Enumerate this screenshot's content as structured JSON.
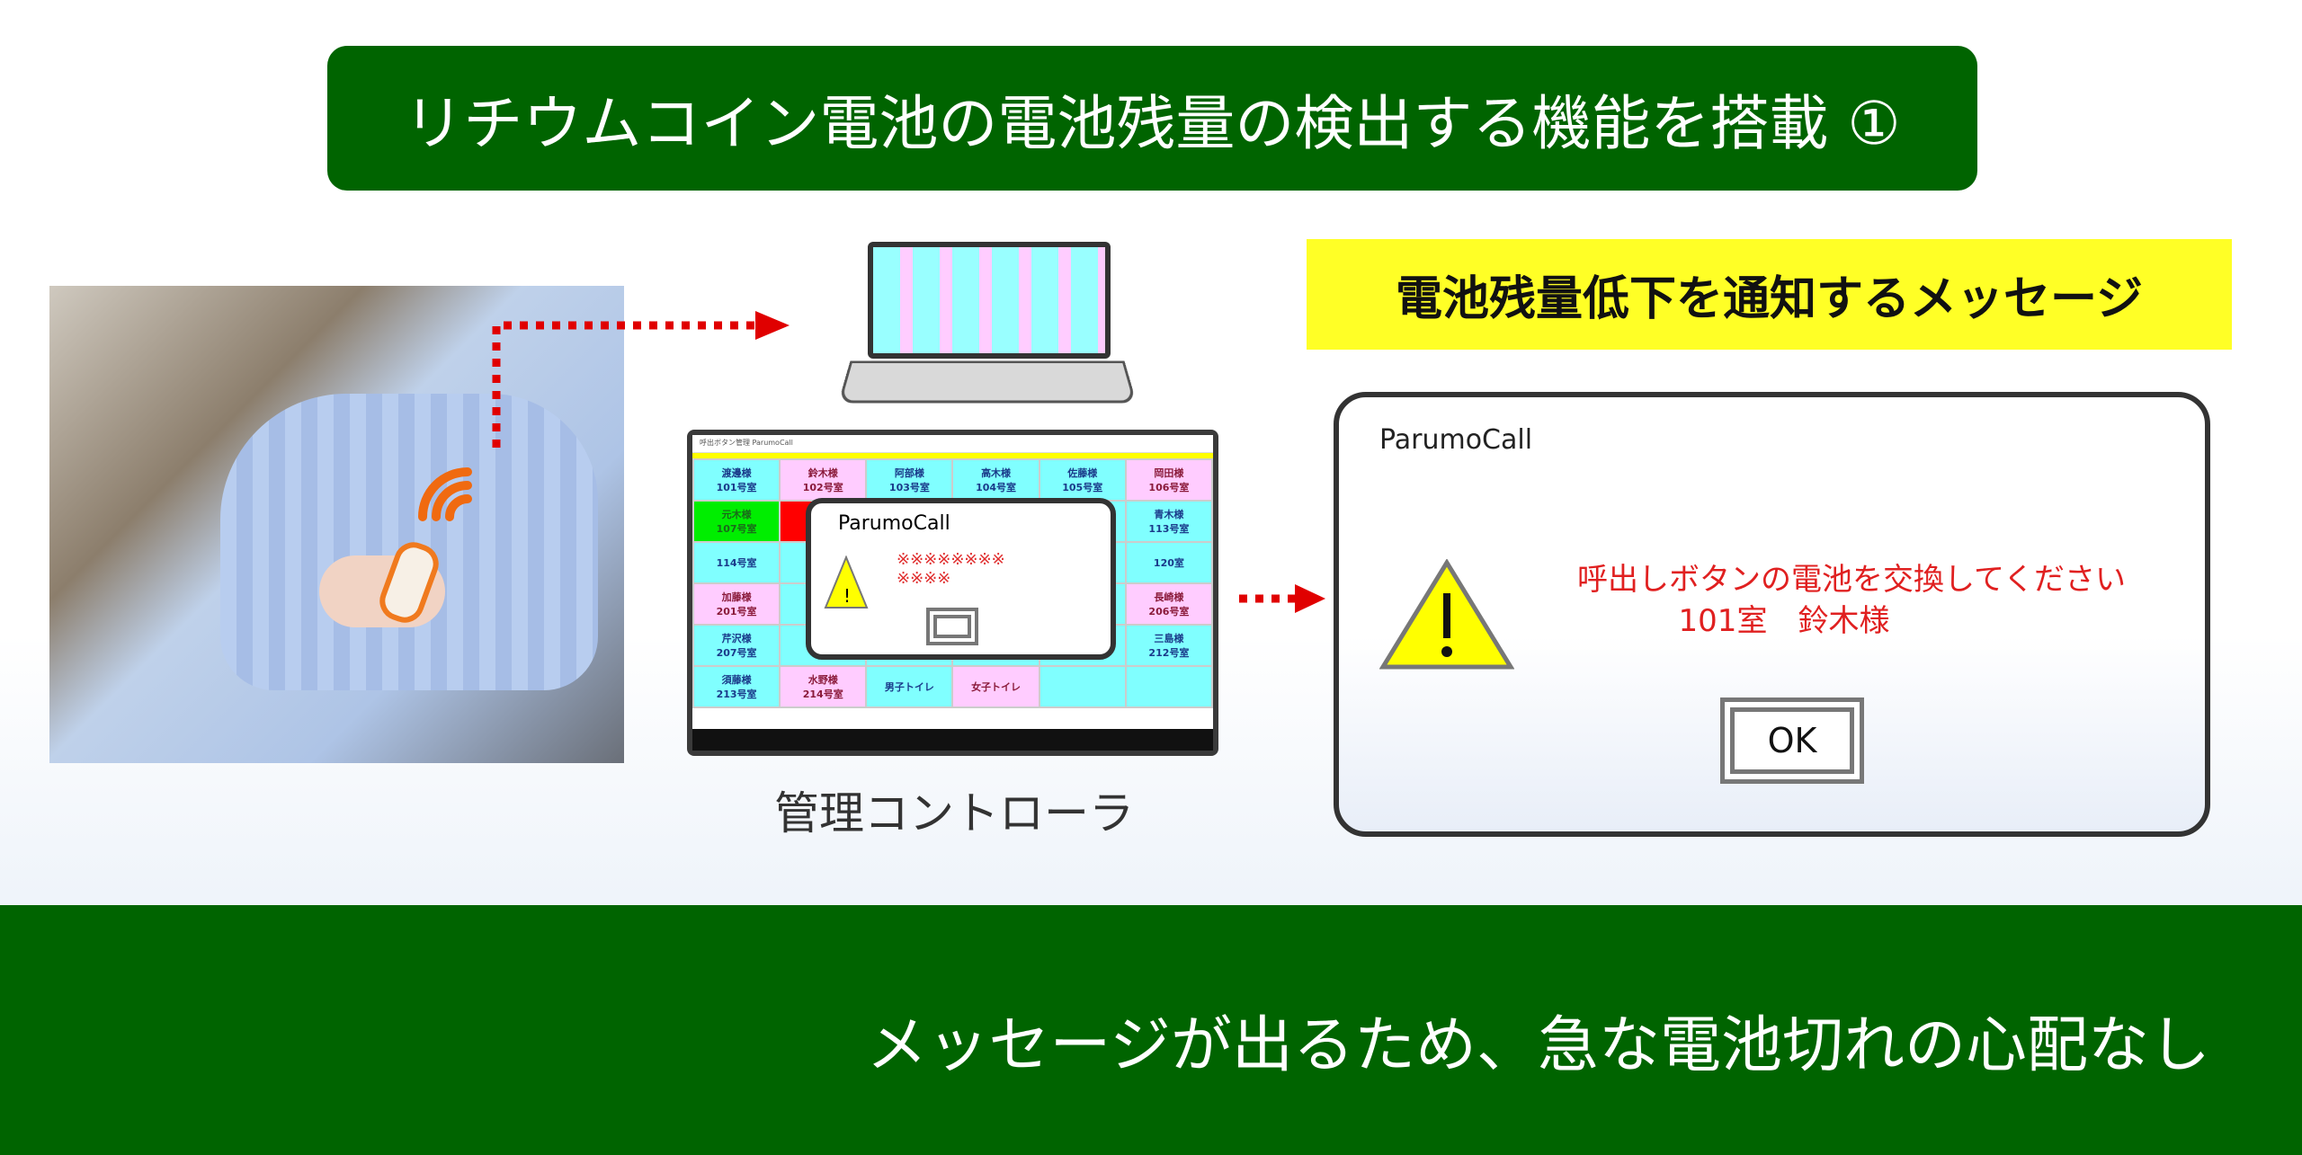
{
  "title": "リチウムコイン電池の電池残量の検出する機能を搭載 ①",
  "controller_label": "管理コントローラ",
  "notice_header": "電池残量低下を通知するメッセージ",
  "dialog": {
    "app": "ParumoCall",
    "message_line1": "呼出しボタンの電池を交換してください",
    "message_line2": "101室　鈴木様",
    "ok_label": "OK"
  },
  "monitor": {
    "window_title": "呼出ボタン管理 ParumoCall",
    "mini_dialog": {
      "app": "ParumoCall",
      "message": "※※※※※※※※ ※※※※"
    },
    "cells": [
      {
        "name": "渡邊様",
        "room": "101号室",
        "color": "c"
      },
      {
        "name": "鈴木様",
        "room": "102号室",
        "color": "p"
      },
      {
        "name": "阿部様",
        "room": "103号室",
        "color": "c"
      },
      {
        "name": "高木様",
        "room": "104号室",
        "color": "c"
      },
      {
        "name": "佐藤様",
        "room": "105号室",
        "color": "c"
      },
      {
        "name": "岡田様",
        "room": "106号室",
        "color": "p"
      },
      {
        "name": "元木様",
        "room": "107号室",
        "color": "g"
      },
      {
        "name": "",
        "room": "",
        "color": "r"
      },
      {
        "name": "",
        "room": "",
        "color": "c"
      },
      {
        "name": "",
        "room": "",
        "color": "c"
      },
      {
        "name": "",
        "room": "",
        "color": "c"
      },
      {
        "name": "青木様",
        "room": "113号室",
        "color": "c"
      },
      {
        "name": "",
        "room": "114号室",
        "color": "c"
      },
      {
        "name": "",
        "room": "",
        "color": "c"
      },
      {
        "name": "",
        "room": "",
        "color": "c"
      },
      {
        "name": "",
        "room": "",
        "color": "c"
      },
      {
        "name": "",
        "room": "",
        "color": "c"
      },
      {
        "name": "",
        "room": "120室",
        "color": "c"
      },
      {
        "name": "加藤様",
        "room": "201号室",
        "color": "p"
      },
      {
        "name": "",
        "room": "",
        "color": "c"
      },
      {
        "name": "",
        "room": "",
        "color": "c"
      },
      {
        "name": "",
        "room": "",
        "color": "c"
      },
      {
        "name": "",
        "room": "",
        "color": "c"
      },
      {
        "name": "長崎様",
        "room": "206号室",
        "color": "p"
      },
      {
        "name": "芹沢様",
        "room": "207号室",
        "color": "c"
      },
      {
        "name": "",
        "room": "",
        "color": "c"
      },
      {
        "name": "",
        "room": "",
        "color": "c"
      },
      {
        "name": "",
        "room": "",
        "color": "c"
      },
      {
        "name": "",
        "room": "",
        "color": "c"
      },
      {
        "name": "三島様",
        "room": "212号室",
        "color": "c"
      },
      {
        "name": "須藤様",
        "room": "213号室",
        "color": "c"
      },
      {
        "name": "水野様",
        "room": "214号室",
        "color": "p"
      },
      {
        "name": "",
        "room": "男子トイレ",
        "color": "c"
      },
      {
        "name": "",
        "room": "女子トイレ",
        "color": "p"
      },
      {
        "name": "",
        "room": "",
        "color": "c"
      },
      {
        "name": "",
        "room": "",
        "color": "c"
      }
    ]
  },
  "bottom_message": "メッセージが出るため、急な電池切れの心配なし",
  "colors": {
    "brand_green": "#006400",
    "highlight_yellow": "#ffff26",
    "alert_red": "#e02020",
    "arrow_red": "#e00000"
  }
}
